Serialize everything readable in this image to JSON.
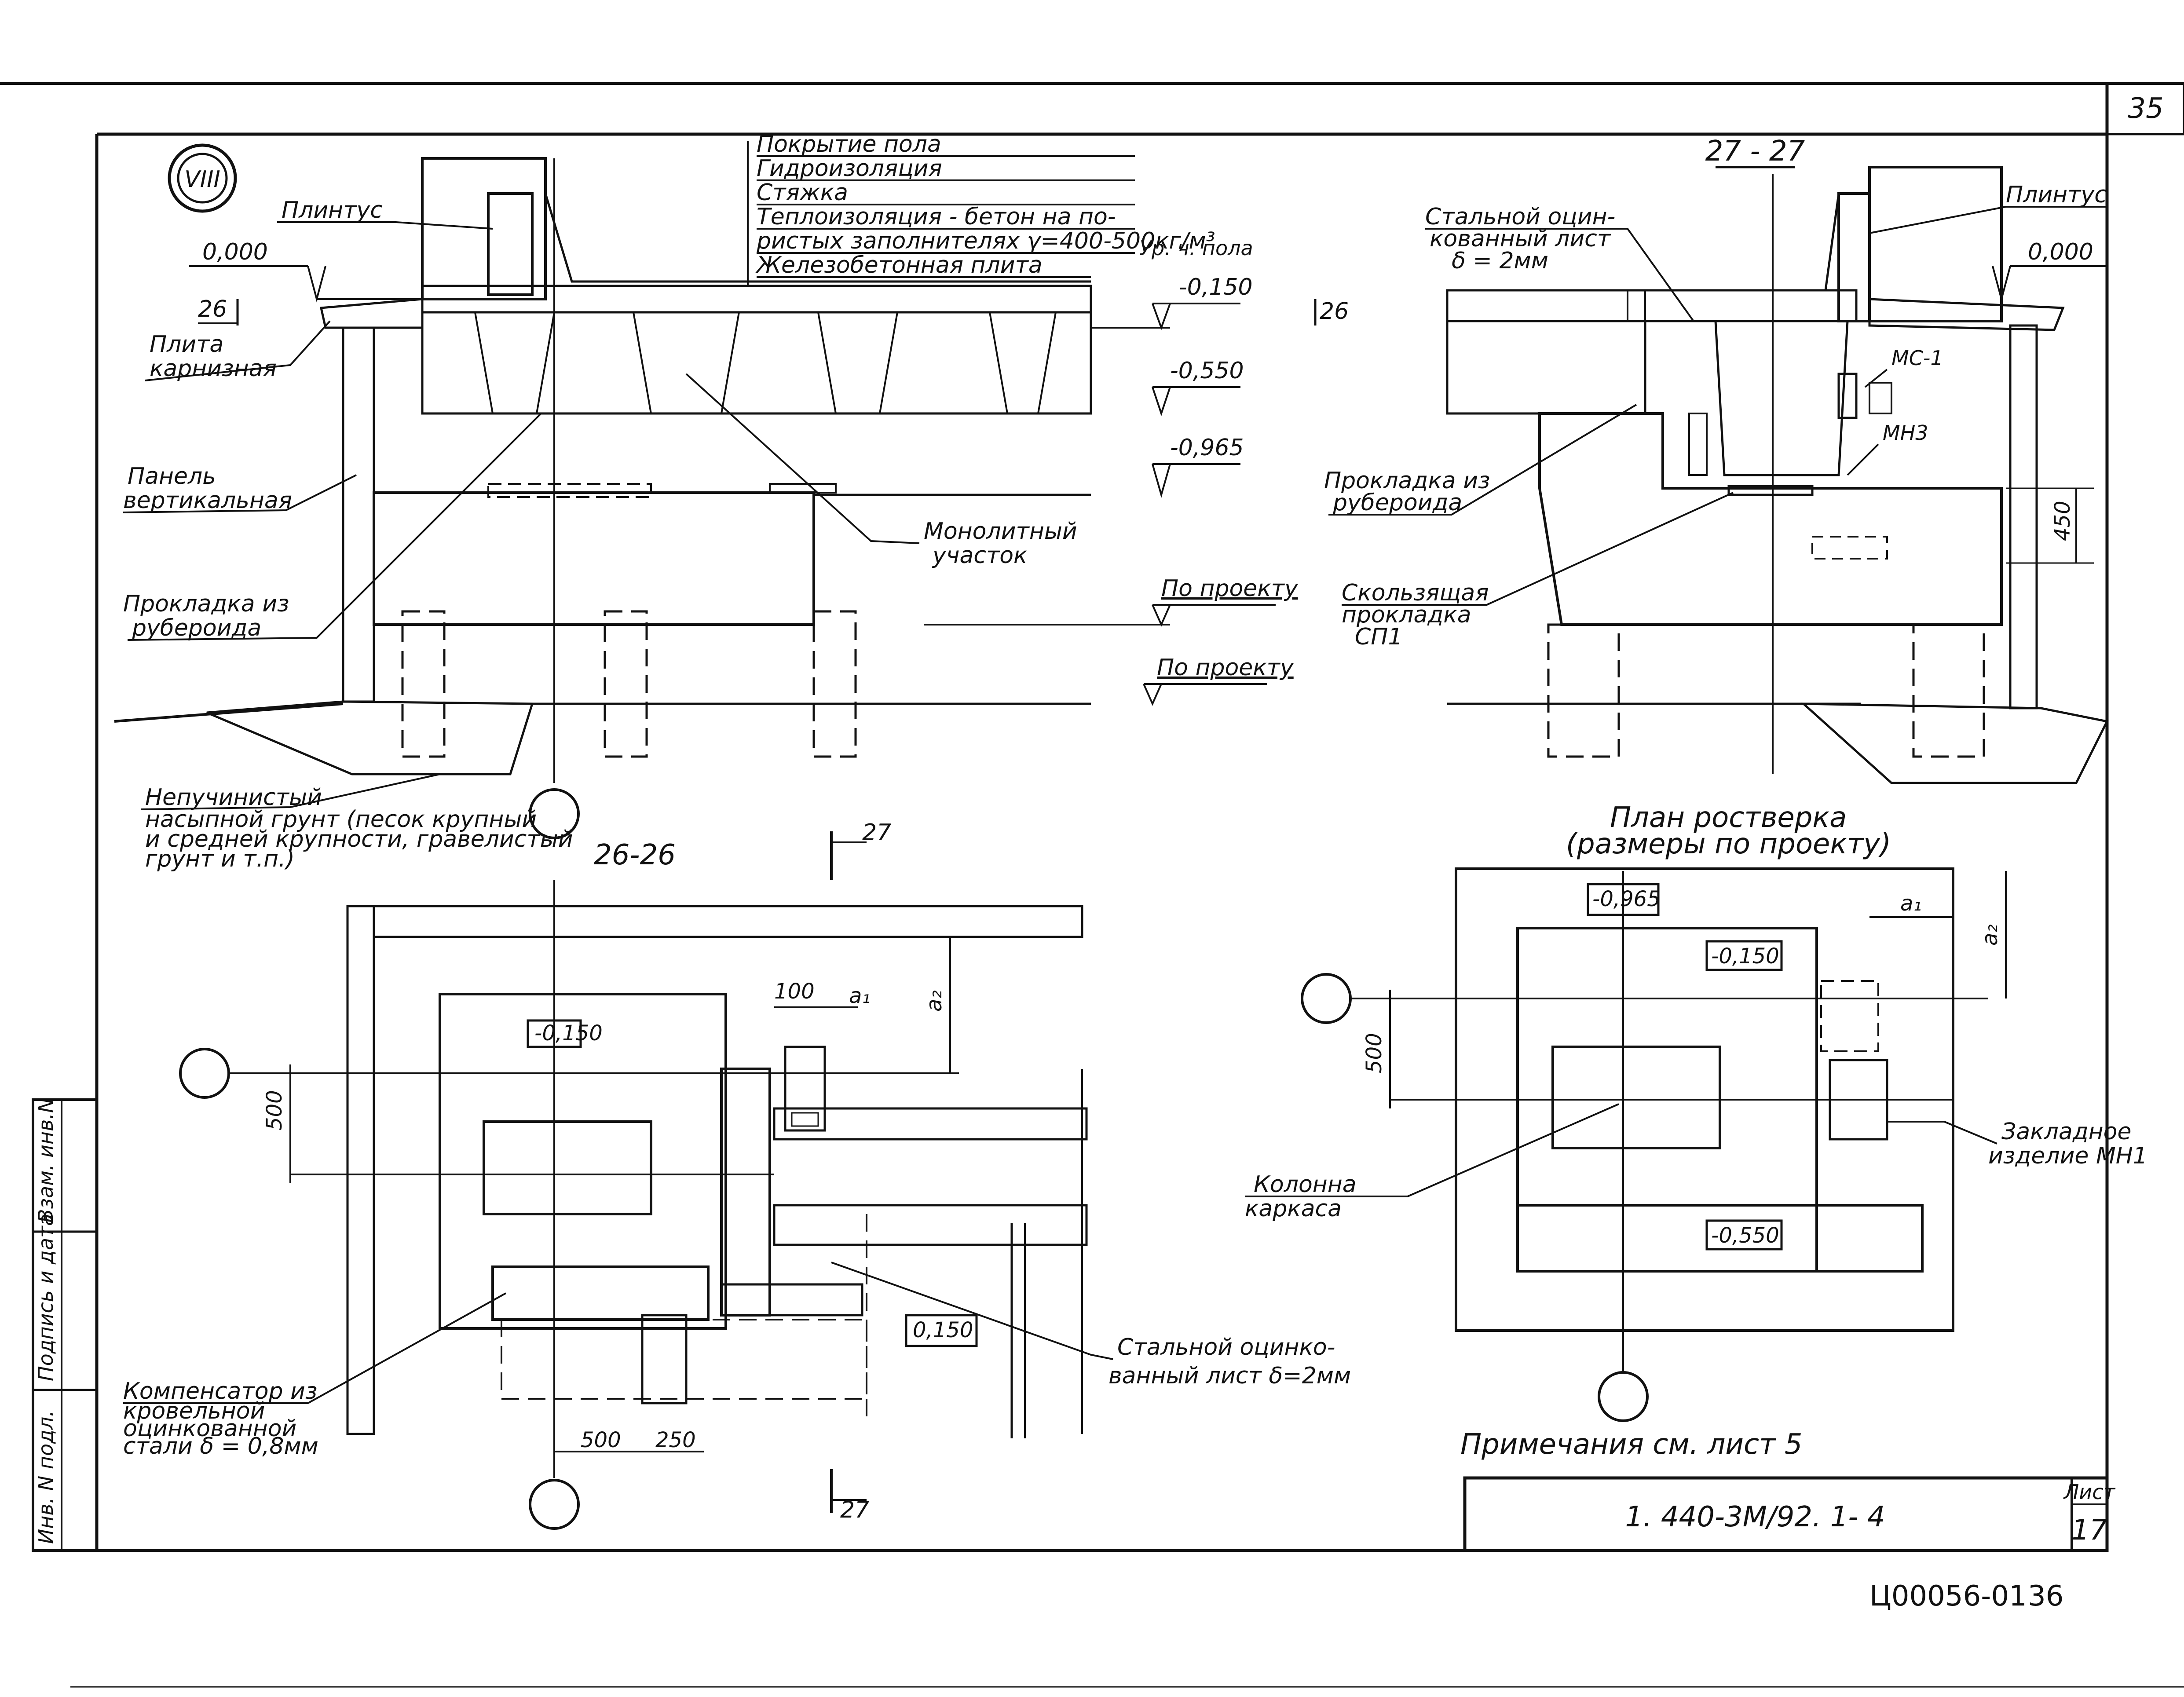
{
  "sheet": {
    "corner_number": "35",
    "detail_marker": "VIII",
    "designation": "1. 440-3М/92. 1- 4",
    "sheet_label": "Лист",
    "sheet_number": "17",
    "archive_code": "Ц00056-01",
    "archive_page": "36",
    "note": "Примечания   см.  лист 5",
    "side_stamp": [
      "Инв. N подл.",
      "Подпись и дата",
      "Взам. инв.N"
    ]
  },
  "section_left": {
    "floor_layers": [
      "Покрытие   пола",
      "Гидроизоляция",
      "Стяжка",
      "Теплоизоляция - бетон на по-",
      "ристых заполнителях γ=400-500кг/м³",
      "Железобетонная плита"
    ],
    "floor_level_note": "Ур. ч. пола",
    "labels": {
      "plinth": "Плинтус",
      "cornice_1": "Плита",
      "cornice_2": "карнизная",
      "panel_1": "Панель",
      "panel_2": "вертикальная",
      "pad_1": "Прокладка   из",
      "pad_2": "рубероида",
      "mono_1": "Монолитный",
      "mono_2": "участок",
      "soil_1": "Непучинистый",
      "soil_2": "насыпной  грунт (песок крупный",
      "soil_3": "и средней крупности, гравелистый",
      "soil_4": "грунт и т.п.)"
    },
    "levels": [
      "0,000",
      "-0,150",
      "-0,550",
      "-0,965",
      "По проекту",
      "По проекту"
    ],
    "section_mark": "26"
  },
  "section_right": {
    "title": "27 - 27",
    "labels": {
      "steel_1": "Стальной оцин-",
      "steel_2": "кованный лист",
      "steel_3": "δ = 2мм",
      "plinth": "Плинтус",
      "mc1": "МС-1",
      "mn3": "МН3",
      "pad_1": "Прокладка  из",
      "pad_2": "рубероида",
      "slide_1": "Скользящая",
      "slide_2": "прокладка",
      "slide_3": "СП1"
    },
    "level": "0,000",
    "dim_height": "450",
    "section_mark": "26"
  },
  "plan_left": {
    "title": "26-26",
    "section_mark": "27",
    "level_top": "-0,150",
    "level_low": "0,150",
    "dims": [
      "100",
      "a₁",
      "a₂",
      "500",
      "500",
      "250"
    ],
    "labels": {
      "comp_1": "Компенсатор  из",
      "comp_2": "кровельной",
      "comp_3": "оцинкованной",
      "comp_4": "стали δ = 0,8мм",
      "steel_1": "Стальной  оцинко-",
      "steel_2": "ванный  лист δ=2мм"
    }
  },
  "plan_right": {
    "title_1": "План   ростверка",
    "title_2": "(размеры  по  проекту)",
    "levels": [
      "-0,965",
      "-0,150",
      "-0,550"
    ],
    "dims": [
      "a₁",
      "a₂",
      "500"
    ],
    "labels": {
      "col_1": "Колонна",
      "col_2": "каркаса",
      "emb_1": "Закладное",
      "emb_2": "изделие МН1"
    }
  }
}
